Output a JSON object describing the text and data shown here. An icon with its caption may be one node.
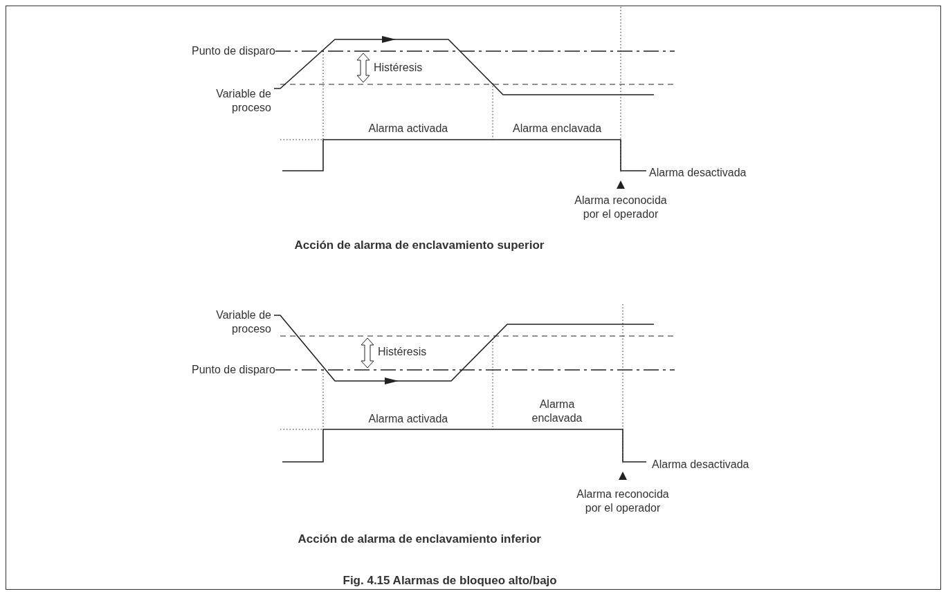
{
  "diagram": {
    "caption": "Fig. 4.15 Alarmas de bloqueo alto/bajo",
    "labels": [
      "Punto de disparo",
      "Histéresis",
      "Variable de proceso",
      "Alarma activada",
      "Alarma enclavada",
      "Alarma desactivada",
      "Alarma reconocida por el operador",
      "Acción de alarma de enclavamiento superior",
      "Variable de proceso",
      "Histéresis",
      "Punto de disparo",
      "Alarma enclavada",
      "Alarma activada",
      "Alarma desactivada",
      "Alarma reconocida por el operador",
      "Acción de alarma de enclavamiento inferior"
    ]
  }
}
